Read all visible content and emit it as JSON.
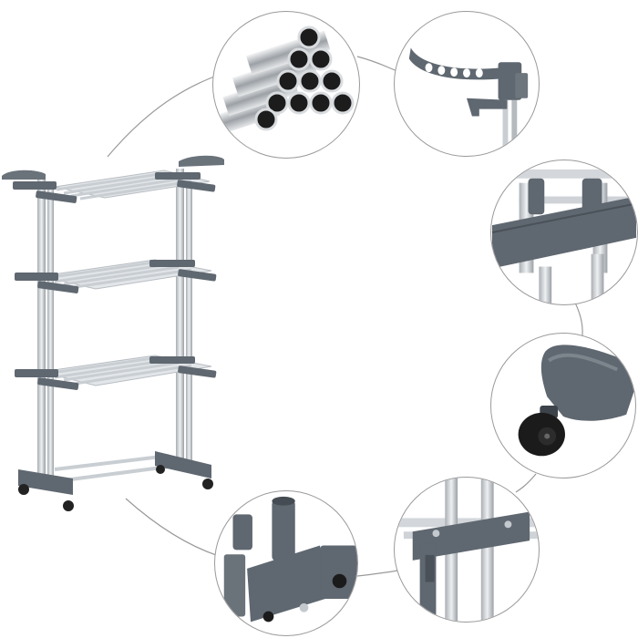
{
  "product": {
    "main_image": "three-tier-drying-rack",
    "colors": {
      "frame": "#5f6770",
      "rail": "#c9ced3",
      "accent": "#8f969d",
      "outline": "#9a9a9a"
    }
  },
  "details": [
    {
      "icon": "steel-tubes-closeup"
    },
    {
      "icon": "wing-hanger-closeup"
    },
    {
      "icon": "frame-joint-closeup"
    },
    {
      "icon": "caster-wheel-closeup"
    },
    {
      "icon": "pole-lock-closeup"
    },
    {
      "icon": "base-connector-closeup"
    }
  ]
}
